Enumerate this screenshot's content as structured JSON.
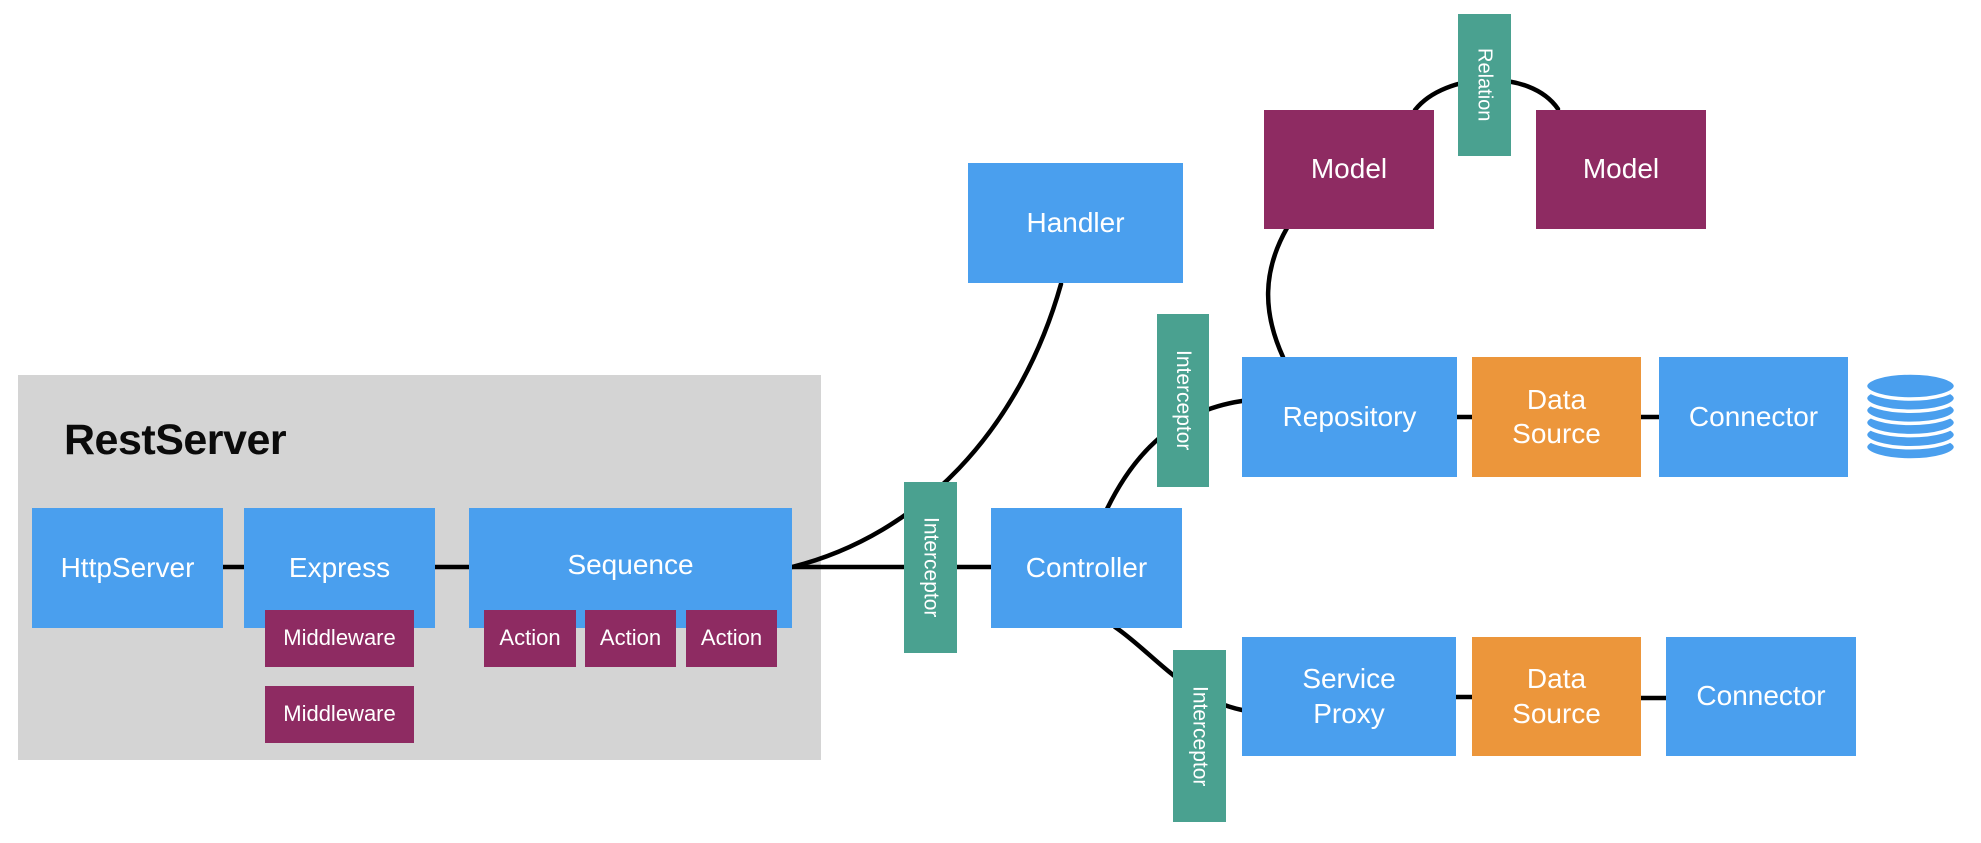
{
  "diagram": {
    "title": "RestServer",
    "type": "architecture-diagram",
    "colors": {
      "box_blue": "#4A9FEE",
      "box_purple": "#8E2B62",
      "box_teal": "#4AA190",
      "box_orange": "#EC963B",
      "panel_gray": "#D4D4D4",
      "edge_black": "#000000",
      "label_white": "#FFFFFF",
      "title_black": "#0B0B0B"
    },
    "boxes": {
      "http_server": "HttpServer",
      "express": "Express",
      "sequence": "Sequence",
      "middleware_1": "Middleware",
      "middleware_2": "Middleware",
      "action_1": "Action",
      "action_2": "Action",
      "action_3": "Action",
      "interceptor_1": "Interceptor",
      "interceptor_2": "Interceptor",
      "interceptor_3": "Interceptor",
      "handler": "Handler",
      "controller": "Controller",
      "model_1": "Model",
      "model_2": "Model",
      "relation": "Relation",
      "repository": "Repository",
      "data_source_1": "Data Source",
      "data_source_2": "Data Source",
      "connector_1": "Connector",
      "connector_2": "Connector"
    },
    "icons": {
      "database": "database-cylinder-icon"
    },
    "connections": [
      "HttpServer - Express",
      "Express - Sequence",
      "Sequence - Controller (through Interceptor)",
      "Sequence - Handler",
      "Controller - Repository (through Interceptor)",
      "Controller - Service Proxy (through Interceptor)",
      "Model - Repository",
      "Model - Model (through Relation)",
      "Repository - Data Source",
      "Data Source - Connector",
      "Service Proxy - Data Source",
      "Data Source - Connector"
    ]
  }
}
